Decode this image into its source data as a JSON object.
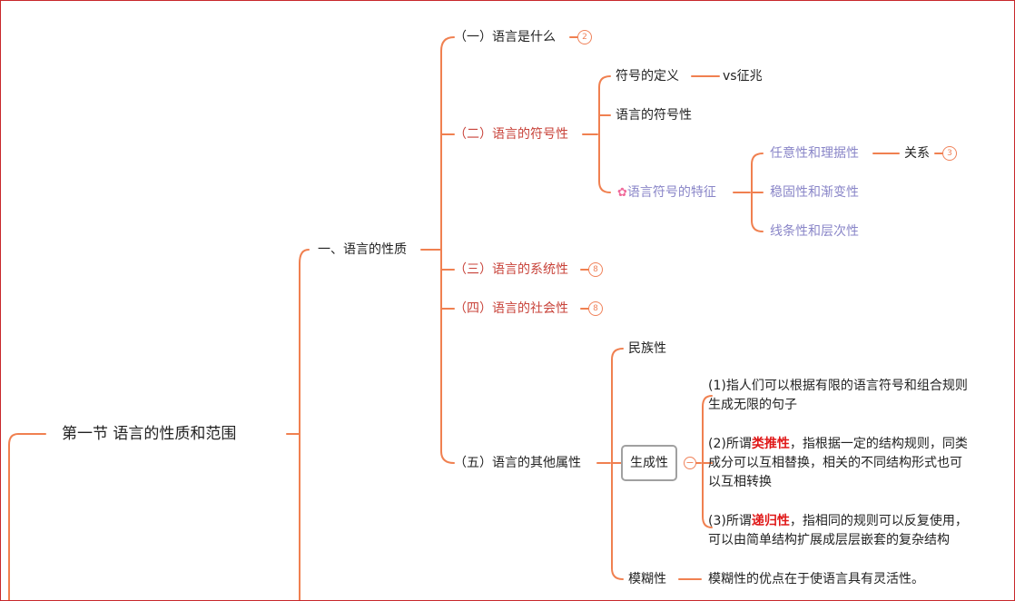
{
  "root": "第一节 语言的性质和范围",
  "level1": "一、语言的性质",
  "items": {
    "s1": "（一）语言是什么",
    "s1_badge": "2",
    "s2": "（二）语言的符号性",
    "s2_a": "符号的定义",
    "s2_a1": "vs征兆",
    "s2_b": "语言的符号性",
    "s2_c": "语言符号的特征",
    "s2_c_icon": "✿",
    "s2_c1": "任意性和理据性",
    "s2_c1a": "关系",
    "s2_c1a_badge": "3",
    "s2_c2": "稳固性和渐变性",
    "s2_c3": "线条性和层次性",
    "s3": "（三）语言的系统性",
    "s3_badge": "8",
    "s4": "（四）语言的社会性",
    "s4_badge": "8",
    "s5": "（五）语言的其他属性",
    "s5_a": "民族性",
    "s5_b": "生成性",
    "s5_b_collapse": "−",
    "s5_c": "模糊性",
    "s5_c1": "模糊性的优点在于使语言具有灵活性。"
  },
  "notes": {
    "n1_l1": "(1)指人们可以根据有限的语言符号和组合规则",
    "n1_l2": "生成无限的句子",
    "n2_pre": "(2)所谓",
    "n2_hl": "类推性",
    "n2_post": "，指根据一定的结构规则，同类",
    "n2_l2": "成分可以互相替换，相关的不同结构形式也可",
    "n2_l3": "以互相转换",
    "n3_pre": "(3)所谓",
    "n3_hl": "递归性",
    "n3_post": "，指相同的规则可以反复使用，",
    "n3_l2": "可以由简单结构扩展成层层嵌套的复杂结构"
  },
  "colors": {
    "line": "#f08050",
    "red_text": "#c8433a",
    "purple_text": "#8a86c8",
    "highlight": "#e01818"
  }
}
